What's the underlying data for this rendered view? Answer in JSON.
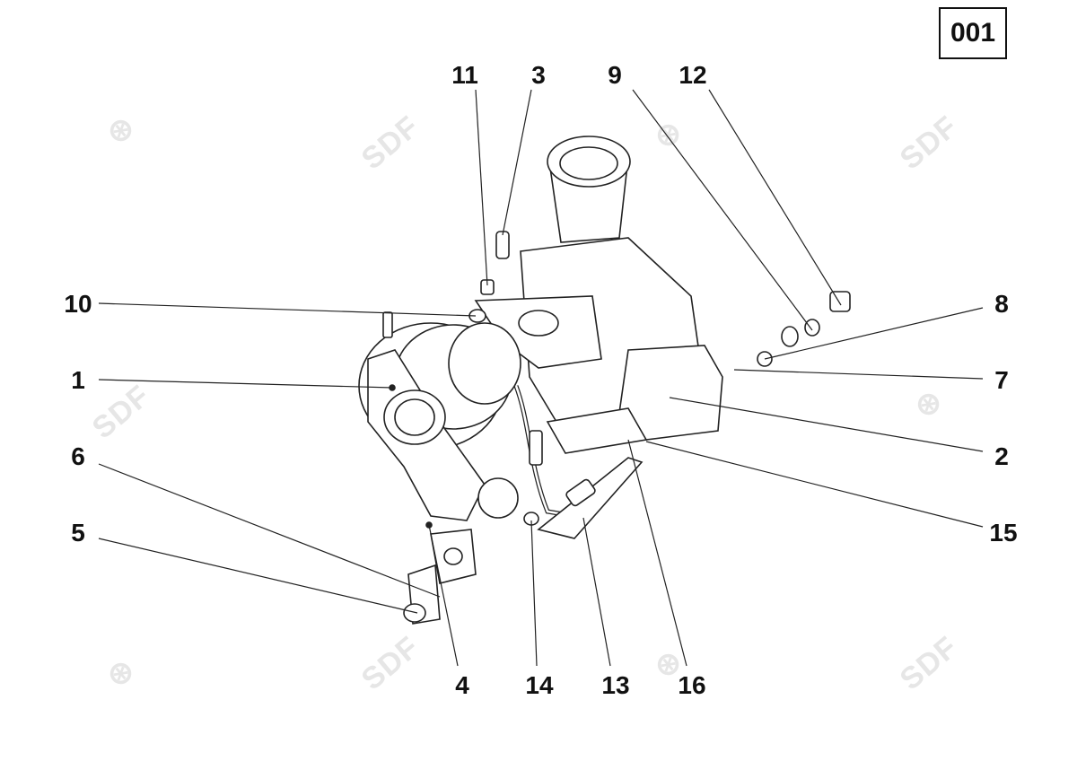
{
  "page_number": "001",
  "watermark": "SDF",
  "callouts": [
    {
      "id": "11",
      "label": "11"
    },
    {
      "id": "3",
      "label": "3"
    },
    {
      "id": "9",
      "label": "9"
    },
    {
      "id": "12",
      "label": "12"
    },
    {
      "id": "10",
      "label": "10"
    },
    {
      "id": "8",
      "label": "8"
    },
    {
      "id": "1",
      "label": "1"
    },
    {
      "id": "7",
      "label": "7"
    },
    {
      "id": "2",
      "label": "2"
    },
    {
      "id": "6",
      "label": "6"
    },
    {
      "id": "15",
      "label": "15"
    },
    {
      "id": "5",
      "label": "5"
    },
    {
      "id": "4",
      "label": "4"
    },
    {
      "id": "14",
      "label": "14"
    },
    {
      "id": "13",
      "label": "13"
    },
    {
      "id": "16",
      "label": "16"
    }
  ]
}
